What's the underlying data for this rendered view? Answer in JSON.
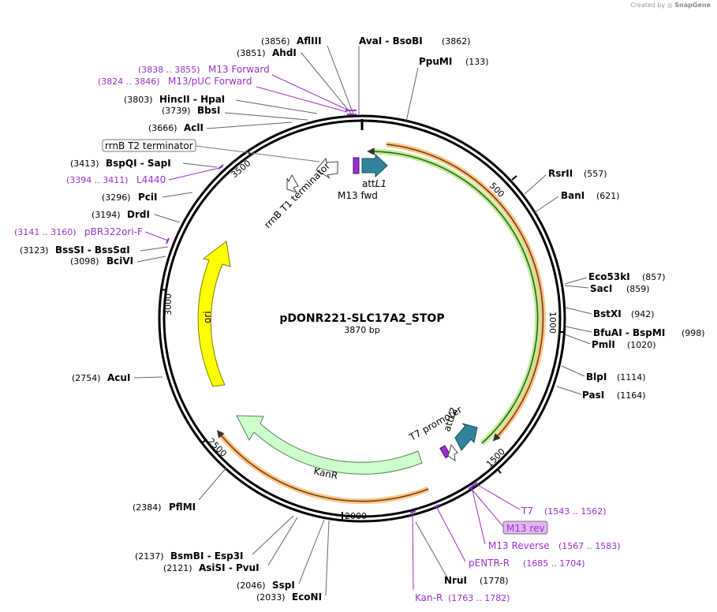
{
  "credit": {
    "prefix": "Created by",
    "brand": "SnapGene"
  },
  "plasmid": {
    "name": "pDONR221-SLC17A2_STOP",
    "length_label": "3870 bp",
    "length": 3870
  },
  "ticks": [
    {
      "label": "500",
      "pos": 500
    },
    {
      "label": "1000",
      "pos": 1000
    },
    {
      "label": "1500",
      "pos": 1500
    },
    {
      "label": "2000",
      "pos": 2000
    },
    {
      "label": "2500",
      "pos": 2500
    },
    {
      "label": "3000",
      "pos": 3000
    },
    {
      "label": "3500",
      "pos": 3500
    }
  ],
  "enzymes": [
    {
      "name": "AflIII",
      "pos_label": "(3856)"
    },
    {
      "name": "AhdI",
      "pos_label": "(3851)"
    },
    {
      "name": "AvaI - BsoBI",
      "pos_label": "(3862)"
    },
    {
      "name": "PpuMI",
      "pos_label": "(133)"
    },
    {
      "name": "HincII - HpaI",
      "pos_label": "(3803)"
    },
    {
      "name": "BbsI",
      "pos_label": "(3739)"
    },
    {
      "name": "AclI",
      "pos_label": "(3666)"
    },
    {
      "name": "BspQI - SapI",
      "pos_label": "(3413)"
    },
    {
      "name": "PciI",
      "pos_label": "(3296)"
    },
    {
      "name": "DrdI",
      "pos_label": "(3194)"
    },
    {
      "name": "BssSI - BssSαI",
      "pos_label": "(3123)"
    },
    {
      "name": "BciVI",
      "pos_label": "(3098)"
    },
    {
      "name": "AcuI",
      "pos_label": "(2754)"
    },
    {
      "name": "PflMI",
      "pos_label": "(2384)"
    },
    {
      "name": "BsmBI - Esp3I",
      "pos_label": "(2137)"
    },
    {
      "name": "AsiSI - PvuI",
      "pos_label": "(2121)"
    },
    {
      "name": "SspI",
      "pos_label": "(2046)"
    },
    {
      "name": "EcoNI",
      "pos_label": "(2033)"
    },
    {
      "name": "RsrII",
      "pos_label": "(557)"
    },
    {
      "name": "BanI",
      "pos_label": "(621)"
    },
    {
      "name": "Eco53kI",
      "pos_label": "(857)"
    },
    {
      "name": "SacI",
      "pos_label": "(859)"
    },
    {
      "name": "BstXI",
      "pos_label": "(942)"
    },
    {
      "name": "BfuAI - BspMI",
      "pos_label": "(998)"
    },
    {
      "name": "PmlI",
      "pos_label": "(1020)"
    },
    {
      "name": "BlpI",
      "pos_label": "(1114)"
    },
    {
      "name": "PasI",
      "pos_label": "(1164)"
    },
    {
      "name": "NruI",
      "pos_label": "(1778)"
    }
  ],
  "primers": [
    {
      "name": "M13 Forward",
      "range": "(3838 .. 3855)"
    },
    {
      "name": "M13/pUC Forward",
      "range": "(3824 .. 3846)"
    },
    {
      "name": "L4440",
      "range": "(3394 .. 3411)"
    },
    {
      "name": "pBR322ori-F",
      "range": "(3141 .. 3160)"
    },
    {
      "name": "T7",
      "range": "(1543 .. 1562)"
    },
    {
      "name": "M13 rev",
      "range": ""
    },
    {
      "name": "M13 Reverse",
      "range": "(1567 .. 1583)"
    },
    {
      "name": "pENTR-R",
      "range": "(1685 .. 1704)"
    },
    {
      "name": "Kan-R",
      "range": "(1763 .. 1782)"
    }
  ],
  "features": {
    "rrnB_T2": "rrnB T2 terminator",
    "rrnB_T1": "rrnB T1 terminator",
    "attL1_prefix": "att",
    "attL1_suffix": "L1",
    "m13fwd": "M13 fwd",
    "t7promoter": "T7 promoter",
    "attL2_prefix": "att",
    "attL2_suffix": "L2",
    "ori": "ori",
    "kanr": "KanR"
  },
  "colors": {
    "backbone": "#000000",
    "ori": "#ffff00",
    "kanr": "#ccffcc",
    "att": "#31849b",
    "primer": "#9b30d0",
    "orange_band": "#f4a442",
    "green_band": "#99dd66"
  }
}
